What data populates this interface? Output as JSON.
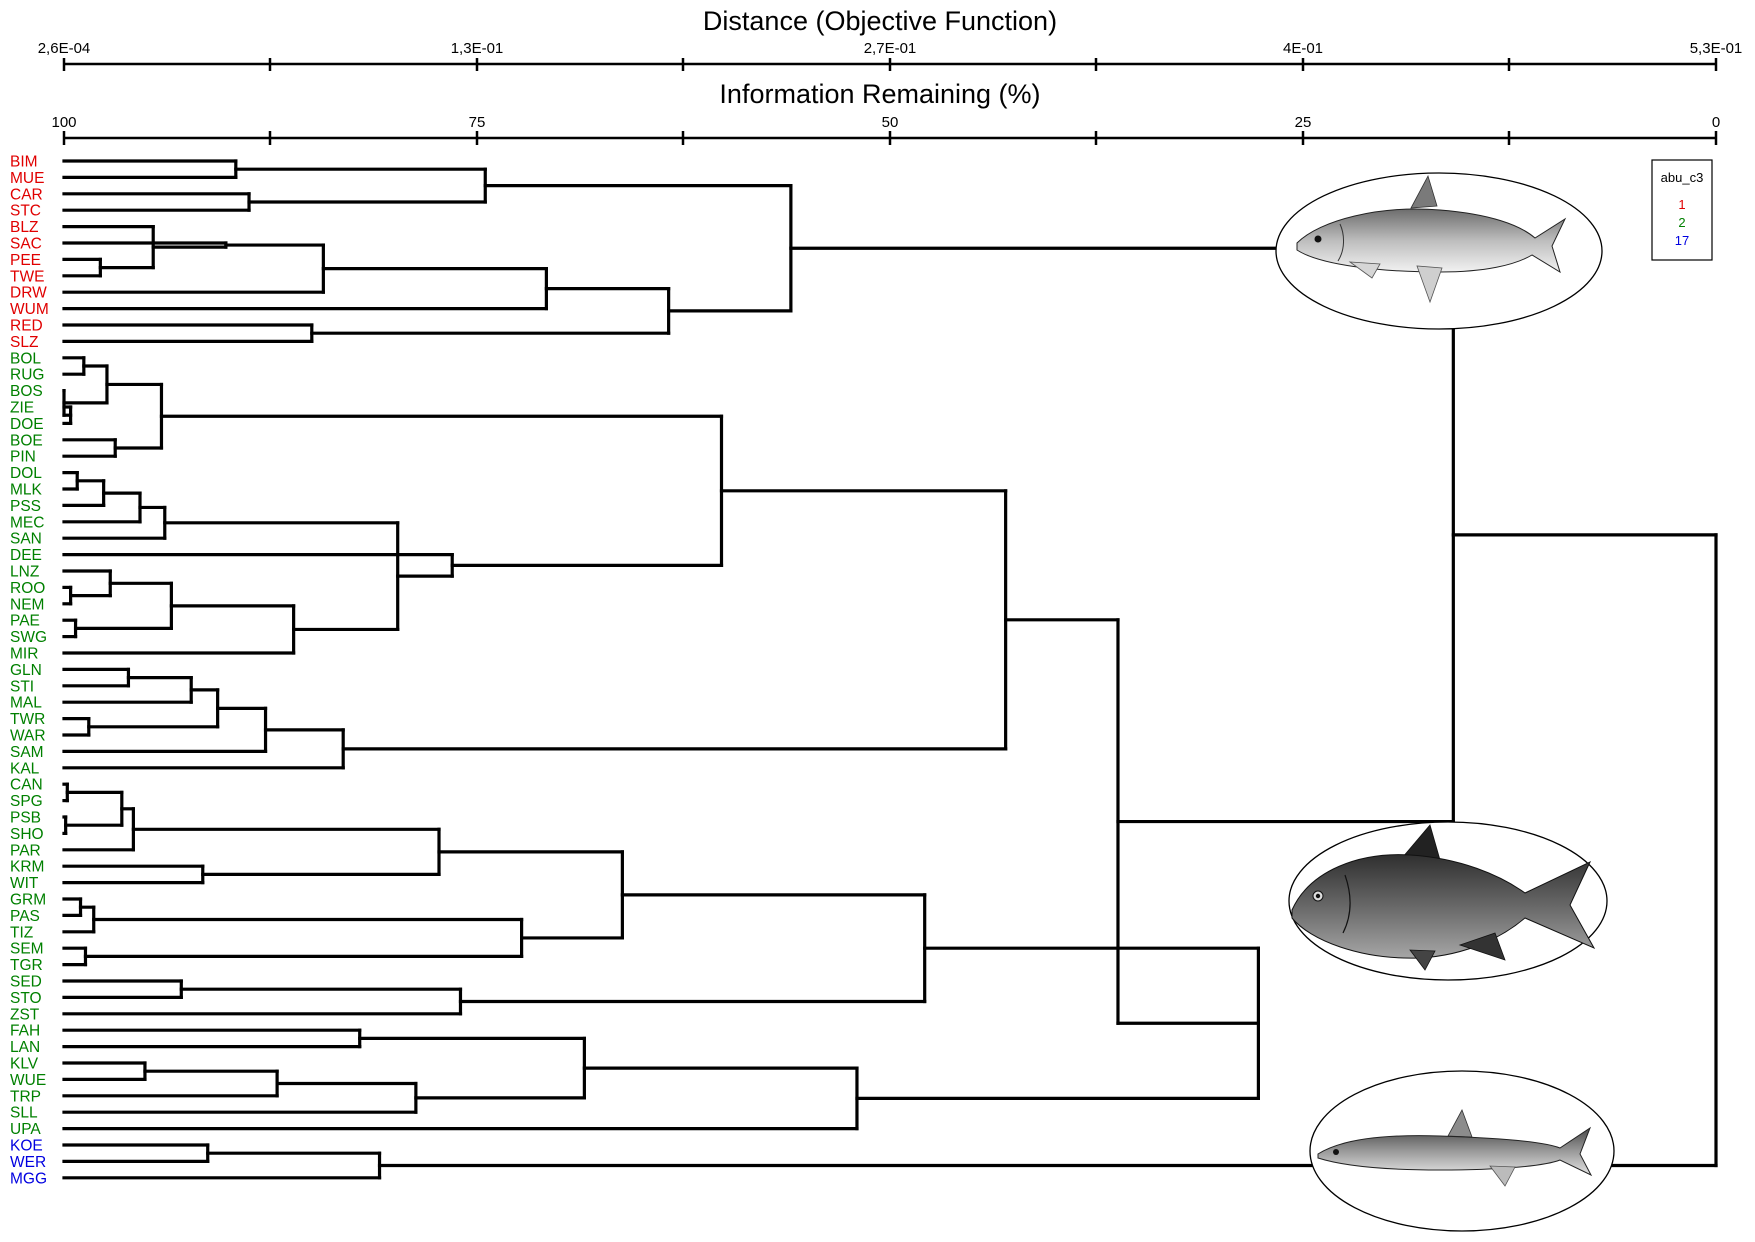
{
  "axes": {
    "distance": {
      "title": "Distance (Objective Function)",
      "tick_labels": [
        "2,6E-04",
        "1,3E-01",
        "2,7E-01",
        "4E-01",
        "5,3E-01"
      ]
    },
    "information": {
      "title": "Information Remaining (%)",
      "tick_labels": [
        "100",
        "75",
        "50",
        "25",
        "0"
      ]
    }
  },
  "legend": {
    "title": "abu_c3",
    "entries": [
      {
        "label": "1",
        "color": "#e00000"
      },
      {
        "label": "2",
        "color": "#008000"
      },
      {
        "label": "17",
        "color": "#0000e0"
      }
    ]
  },
  "colors": {
    "group1": "#e00000",
    "group2": "#008000",
    "group17": "#0000e0"
  },
  "illustrations": [
    {
      "name": "whitefish-fish-icon",
      "cluster": "1"
    },
    {
      "name": "bream-fish-icon",
      "cluster": "2"
    },
    {
      "name": "smelt-fish-icon",
      "cluster": "17"
    }
  ],
  "chart_data": {
    "type": "dendrogram",
    "x_axis": "information remaining (%)",
    "leaves": [
      {
        "label": "BIM",
        "group": "1"
      },
      {
        "label": "MUE",
        "group": "1"
      },
      {
        "label": "CAR",
        "group": "1"
      },
      {
        "label": "STC",
        "group": "1"
      },
      {
        "label": "BLZ",
        "group": "1"
      },
      {
        "label": "SAC",
        "group": "1"
      },
      {
        "label": "PEE",
        "group": "1"
      },
      {
        "label": "TWE",
        "group": "1"
      },
      {
        "label": "DRW",
        "group": "1"
      },
      {
        "label": "WUM",
        "group": "1"
      },
      {
        "label": "RED",
        "group": "1"
      },
      {
        "label": "SLZ",
        "group": "1"
      },
      {
        "label": "BOL",
        "group": "2"
      },
      {
        "label": "RUG",
        "group": "2"
      },
      {
        "label": "BOS",
        "group": "2"
      },
      {
        "label": "ZIE",
        "group": "2"
      },
      {
        "label": "DOE",
        "group": "2"
      },
      {
        "label": "BOE",
        "group": "2"
      },
      {
        "label": "PIN",
        "group": "2"
      },
      {
        "label": "DOL",
        "group": "2"
      },
      {
        "label": "MLK",
        "group": "2"
      },
      {
        "label": "PSS",
        "group": "2"
      },
      {
        "label": "MEC",
        "group": "2"
      },
      {
        "label": "SAN",
        "group": "2"
      },
      {
        "label": "DEE",
        "group": "2"
      },
      {
        "label": "LNZ",
        "group": "2"
      },
      {
        "label": "ROO",
        "group": "2"
      },
      {
        "label": "NEM",
        "group": "2"
      },
      {
        "label": "PAE",
        "group": "2"
      },
      {
        "label": "SWG",
        "group": "2"
      },
      {
        "label": "MIR",
        "group": "2"
      },
      {
        "label": "GLN",
        "group": "2"
      },
      {
        "label": "STI",
        "group": "2"
      },
      {
        "label": "MAL",
        "group": "2"
      },
      {
        "label": "TWR",
        "group": "2"
      },
      {
        "label": "WAR",
        "group": "2"
      },
      {
        "label": "SAM",
        "group": "2"
      },
      {
        "label": "KAL",
        "group": "2"
      },
      {
        "label": "CAN",
        "group": "2"
      },
      {
        "label": "SPG",
        "group": "2"
      },
      {
        "label": "PSB",
        "group": "2"
      },
      {
        "label": "SHO",
        "group": "2"
      },
      {
        "label": "PAR",
        "group": "2"
      },
      {
        "label": "KRM",
        "group": "2"
      },
      {
        "label": "WIT",
        "group": "2"
      },
      {
        "label": "GRM",
        "group": "2"
      },
      {
        "label": "PAS",
        "group": "2"
      },
      {
        "label": "TIZ",
        "group": "2"
      },
      {
        "label": "SEM",
        "group": "2"
      },
      {
        "label": "TGR",
        "group": "2"
      },
      {
        "label": "SED",
        "group": "2"
      },
      {
        "label": "STO",
        "group": "2"
      },
      {
        "label": "ZST",
        "group": "2"
      },
      {
        "label": "FAH",
        "group": "2"
      },
      {
        "label": "LAN",
        "group": "2"
      },
      {
        "label": "KLV",
        "group": "2"
      },
      {
        "label": "WUE",
        "group": "2"
      },
      {
        "label": "TRP",
        "group": "2"
      },
      {
        "label": "SLL",
        "group": "2"
      },
      {
        "label": "UPA",
        "group": "2"
      },
      {
        "label": "KOE",
        "group": "17"
      },
      {
        "label": "WER",
        "group": "17"
      },
      {
        "label": "MGG",
        "group": "17"
      }
    ],
    "merges": [
      {
        "a": 0,
        "b": 1,
        "info": 89.6
      },
      {
        "a": 2,
        "b": 3,
        "info": 88.8
      },
      {
        "a": "m0",
        "b": "m1",
        "info": 74.5
      },
      {
        "a": 6,
        "b": 7,
        "info": 97.8
      },
      {
        "a": 4,
        "b": "m3",
        "info": 94.6
      },
      {
        "a": 5,
        "b": "m4",
        "info": 90.2
      },
      {
        "a": 8,
        "b": "m5",
        "info": 84.3
      },
      {
        "a": 9,
        "b": "m6",
        "info": 70.8
      },
      {
        "a": 10,
        "b": 11,
        "info": 85.0
      },
      {
        "a": "m7",
        "b": "m8",
        "info": 63.4
      },
      {
        "a": "m2",
        "b": "m9",
        "info": 56.0
      },
      {
        "a": 12,
        "b": 13,
        "info": 98.8
      },
      {
        "a": 15,
        "b": 16,
        "info": 99.6
      },
      {
        "a": 14,
        "b": "m12",
        "info": 100.0
      },
      {
        "a": "m11",
        "b": "m13",
        "info": 97.4
      },
      {
        "a": 17,
        "b": 18,
        "info": 96.9
      },
      {
        "a": "m14",
        "b": "m15",
        "info": 94.1
      },
      {
        "a": 19,
        "b": 20,
        "info": 99.2
      },
      {
        "a": "m17",
        "b": 21,
        "info": 97.6
      },
      {
        "a": "m18",
        "b": 22,
        "info": 95.4
      },
      {
        "a": "m19",
        "b": 23,
        "info": 93.9
      },
      {
        "a": 26,
        "b": 27,
        "info": 99.6
      },
      {
        "a": 25,
        "b": "m21",
        "info": 97.2
      },
      {
        "a": 28,
        "b": 29,
        "info": 99.3
      },
      {
        "a": "m22",
        "b": "m23",
        "info": 93.5
      },
      {
        "a": "m24",
        "b": 30,
        "info": 86.1
      },
      {
        "a": "m20",
        "b": "m25",
        "info": 79.8
      },
      {
        "a": 24,
        "b": "m26",
        "info": 76.5
      },
      {
        "a": "m16",
        "b": "m27",
        "info": 60.2
      },
      {
        "a": 31,
        "b": 32,
        "info": 96.1
      },
      {
        "a": "m29",
        "b": 33,
        "info": 92.3
      },
      {
        "a": 34,
        "b": 35,
        "info": 98.5
      },
      {
        "a": "m30",
        "b": "m31",
        "info": 90.7
      },
      {
        "a": "m32",
        "b": 36,
        "info": 87.8
      },
      {
        "a": "m33",
        "b": 37,
        "info": 83.1
      },
      {
        "a": "m28",
        "b": "m34",
        "info": 43.0
      },
      {
        "a": 38,
        "b": 39,
        "info": 99.8
      },
      {
        "a": 40,
        "b": 41,
        "info": 99.9
      },
      {
        "a": "m36",
        "b": "m37",
        "info": 96.5
      },
      {
        "a": "m38",
        "b": 42,
        "info": 95.8
      },
      {
        "a": 43,
        "b": 44,
        "info": 91.6
      },
      {
        "a": "m39",
        "b": "m40",
        "info": 77.3
      },
      {
        "a": 45,
        "b": 46,
        "info": 99.0
      },
      {
        "a": "m42",
        "b": 47,
        "info": 98.2
      },
      {
        "a": 48,
        "b": 49,
        "info": 98.7
      },
      {
        "a": "m43",
        "b": "m44",
        "info": 72.3
      },
      {
        "a": "m41",
        "b": "m45",
        "info": 66.2
      },
      {
        "a": 50,
        "b": 51,
        "info": 92.9
      },
      {
        "a": "m47",
        "b": 52,
        "info": 76.0
      },
      {
        "a": "m46",
        "b": "m48",
        "info": 47.9
      },
      {
        "a": 53,
        "b": 54,
        "info": 82.1
      },
      {
        "a": 55,
        "b": 56,
        "info": 95.1
      },
      {
        "a": "m51",
        "b": 57,
        "info": 87.1
      },
      {
        "a": "m52",
        "b": 58,
        "info": 78.7
      },
      {
        "a": "m50",
        "b": "m53",
        "info": 68.5
      },
      {
        "a": "m54",
        "b": 59,
        "info": 52.0
      },
      {
        "a": 60,
        "b": 61,
        "info": 91.3
      },
      {
        "a": "m56",
        "b": 62,
        "info": 80.9
      },
      {
        "a": "m49",
        "b": "m55",
        "info": 27.7
      },
      {
        "a": "m35",
        "b": "m58",
        "info": 36.2
      },
      {
        "a": "m59",
        "b": "m10",
        "info": 15.9
      },
      {
        "a": "m60",
        "b": "m57",
        "info": 0.0
      }
    ]
  }
}
